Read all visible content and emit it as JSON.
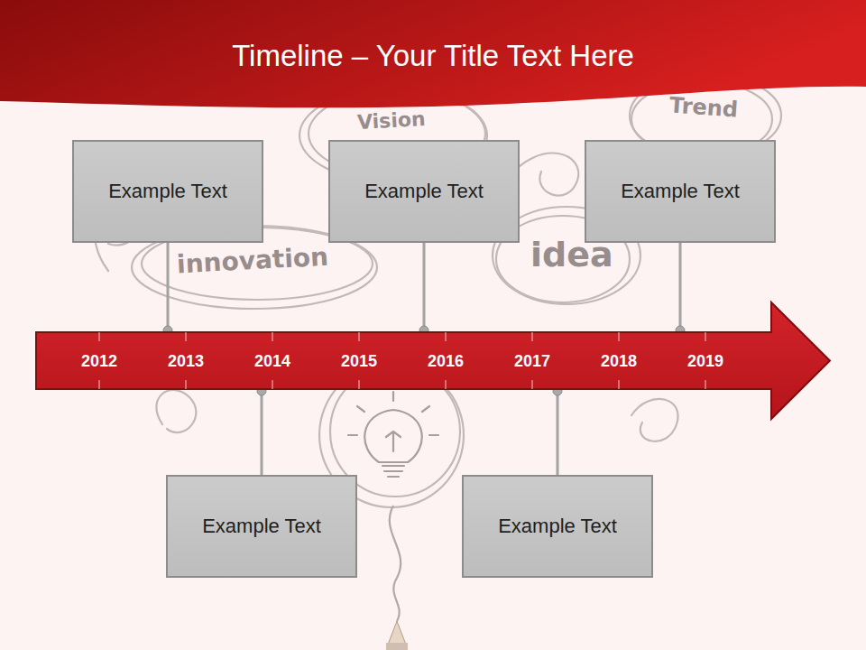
{
  "diagram": {
    "title": "Timeline – Your Title Text Here",
    "nodes": [
      {
        "text": [
          "2012",
          "2013",
          "2014",
          "2015",
          "2016",
          "2017",
          "2018",
          "2019"
        ]
      },
      {
        "text": [
          "Example Text"
        ]
      },
      {
        "text": [
          "Example Text"
        ]
      },
      {
        "text": [
          "Example Text"
        ]
      },
      {
        "text": [
          "Example Text"
        ]
      },
      {
        "text": [
          "Example Text"
        ]
      }
    ],
    "edges": [
      {
        "from": 1,
        "to": 0,
        "arrow": "none"
      },
      {
        "from": 2,
        "to": 0,
        "arrow": "none"
      },
      {
        "from": 3,
        "to": 0,
        "arrow": "none"
      },
      {
        "from": 4,
        "to": 0,
        "arrow": "none"
      },
      {
        "from": 5,
        "to": 0,
        "arrow": "none"
      }
    ],
    "labels": [
      "Vision",
      "Trend",
      "innovation",
      "idea"
    ]
  }
}
